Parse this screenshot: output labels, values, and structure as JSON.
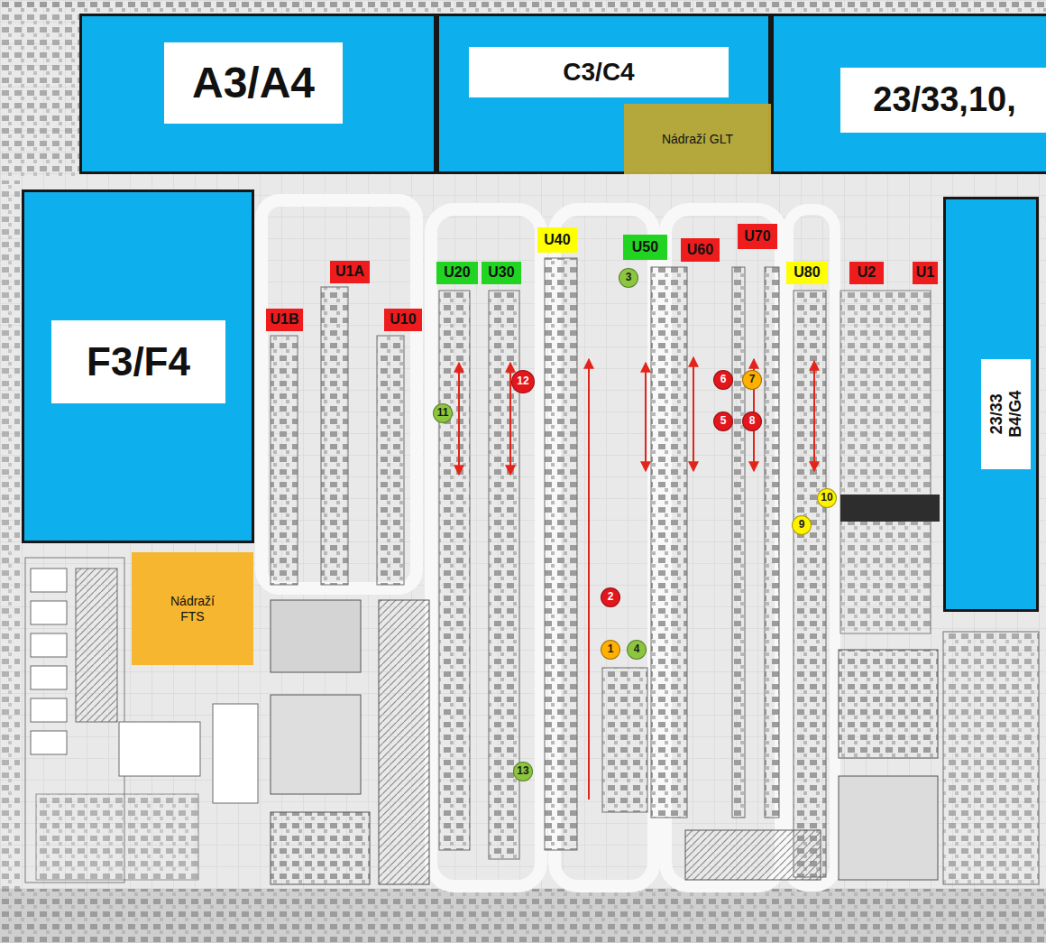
{
  "diagram": {
    "nodes": [
      {
        "text": [
          "A3/A4"
        ]
      },
      {
        "text": [
          "C3/C4"
        ]
      },
      {
        "text": [
          "23/33,10,"
        ]
      },
      {
        "text": [
          "Nádraží GLT"
        ],
        "in": 1
      },
      {
        "text": [
          "F3/F4"
        ]
      },
      {
        "text": [
          "23/33 B4/G4"
        ]
      },
      {
        "text": [
          "Nádraží FTS"
        ]
      },
      {
        "text": [
          "U1A"
        ]
      },
      {
        "text": [
          "U1B"
        ]
      },
      {
        "text": [
          "U10"
        ]
      },
      {
        "text": [
          "U20"
        ]
      },
      {
        "text": [
          "U30"
        ]
      },
      {
        "text": [
          "U40"
        ]
      },
      {
        "text": [
          "U50"
        ]
      },
      {
        "text": [
          "U60"
        ]
      },
      {
        "text": [
          "U70"
        ]
      },
      {
        "text": [
          "U80"
        ]
      },
      {
        "text": [
          "U2"
        ]
      },
      {
        "text": [
          "U1"
        ]
      },
      {
        "text": [
          "1"
        ]
      },
      {
        "text": [
          "2"
        ]
      },
      {
        "text": [
          "3"
        ]
      },
      {
        "text": [
          "4"
        ]
      },
      {
        "text": [
          "5"
        ]
      },
      {
        "text": [
          "6"
        ]
      },
      {
        "text": [
          "7"
        ]
      },
      {
        "text": [
          "8"
        ]
      },
      {
        "text": [
          "9"
        ]
      },
      {
        "text": [
          "10"
        ]
      },
      {
        "text": [
          "11"
        ]
      },
      {
        "text": [
          "12"
        ]
      },
      {
        "text": [
          "13"
        ]
      }
    ]
  }
}
